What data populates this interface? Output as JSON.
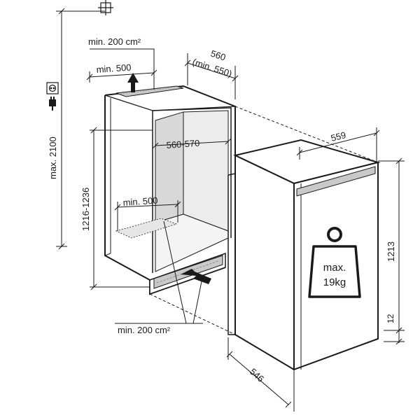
{
  "labels": {
    "top_vent_area": "min. 200 cm²",
    "top_vent_depth": "min. 500",
    "niche_width": "560",
    "niche_width_min": "(min. 550)",
    "niche_height_max": "max. 2100",
    "niche_height_range": "1216-1236",
    "inner_width_range": "560-570",
    "bottom_vent_depth": "min. 500",
    "bottom_vent_area": "min. 200 cm²",
    "appliance_width": "559",
    "appliance_height": "1213",
    "appliance_depth": "546",
    "door_gap": "12",
    "max_door_load_line1": "max.",
    "max_door_load_line2": "19kg"
  },
  "icons": {
    "socket": "power-socket-icon",
    "plug": "power-plug-icon",
    "anchor": "wall-anchor-icon",
    "weight": "weight-icon",
    "airflow": "arrow-icon"
  },
  "colors": {
    "line": "#1a1a1a",
    "niche_back": "#d8d8d8",
    "niche_side": "#ececec",
    "vent_grille": "#c9c9c9"
  }
}
